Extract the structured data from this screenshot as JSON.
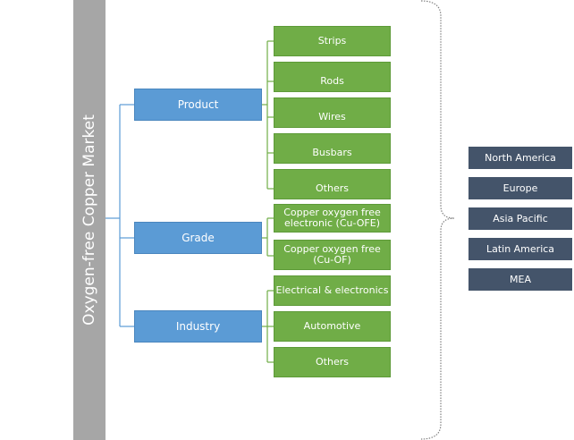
{
  "title": "Oxygen-free Copper Market",
  "segments": [
    {
      "name": "Product",
      "items": [
        "Strips",
        "Rods",
        "Wires",
        "Busbars",
        "Others"
      ]
    },
    {
      "name": "Grade",
      "items": [
        "Copper oxygen free electronic (Cu-OFE)",
        "Copper oxygen free (Cu-OF)"
      ]
    },
    {
      "name": "Industry",
      "items": [
        "Electrical & electronics",
        "Automotive",
        "Others"
      ]
    }
  ],
  "regions": [
    "North America",
    "Europe",
    "Asia Pacific",
    "Latin America",
    "MEA"
  ],
  "colors": {
    "title_bar": "#a6a6a6",
    "segment": "#5b9bd5",
    "item": "#70ad47",
    "region": "#44546a",
    "connector": "#5b9bd5",
    "item_connector": "#70ad47"
  }
}
